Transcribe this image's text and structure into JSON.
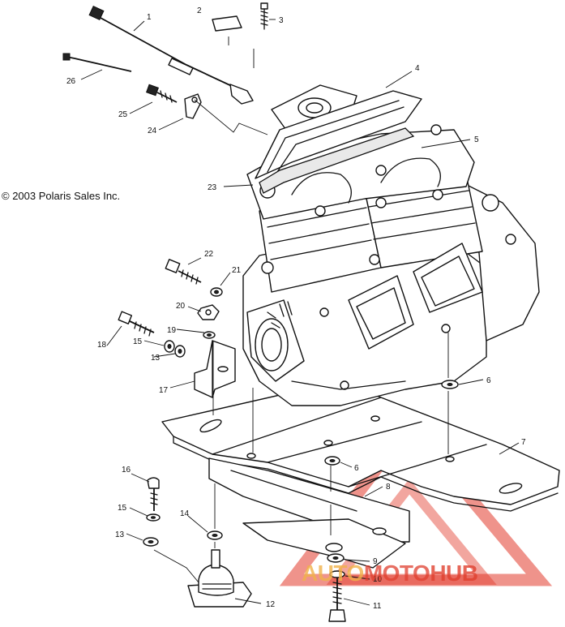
{
  "copyright": "© 2003 Polaris Sales Inc.",
  "callouts": [
    {
      "id": "c1",
      "label": "1"
    },
    {
      "id": "c2",
      "label": "2"
    },
    {
      "id": "c3",
      "label": "3"
    },
    {
      "id": "c4",
      "label": "4"
    },
    {
      "id": "c5",
      "label": "5"
    },
    {
      "id": "c6a",
      "label": "6"
    },
    {
      "id": "c6b",
      "label": "6"
    },
    {
      "id": "c7",
      "label": "7"
    },
    {
      "id": "c8",
      "label": "8"
    },
    {
      "id": "c9",
      "label": "9"
    },
    {
      "id": "c10",
      "label": "10"
    },
    {
      "id": "c11",
      "label": "11"
    },
    {
      "id": "c12",
      "label": "12"
    },
    {
      "id": "c13a",
      "label": "13"
    },
    {
      "id": "c13b",
      "label": "13"
    },
    {
      "id": "c14",
      "label": "14"
    },
    {
      "id": "c15a",
      "label": "15"
    },
    {
      "id": "c15b",
      "label": "15"
    },
    {
      "id": "c16",
      "label": "16"
    },
    {
      "id": "c17",
      "label": "17"
    },
    {
      "id": "c18",
      "label": "18"
    },
    {
      "id": "c19",
      "label": "19"
    },
    {
      "id": "c20",
      "label": "20"
    },
    {
      "id": "c21",
      "label": "21"
    },
    {
      "id": "c22",
      "label": "22"
    },
    {
      "id": "c23",
      "label": "23"
    },
    {
      "id": "c24",
      "label": "24"
    },
    {
      "id": "c25",
      "label": "25"
    },
    {
      "id": "c26",
      "label": "26"
    }
  ],
  "watermark": {
    "part1": "AUTO",
    "part2": "MOTO",
    "part3": "HUB",
    "triangle_color": "#e23a2b",
    "accent_color": "#f1b24a"
  }
}
